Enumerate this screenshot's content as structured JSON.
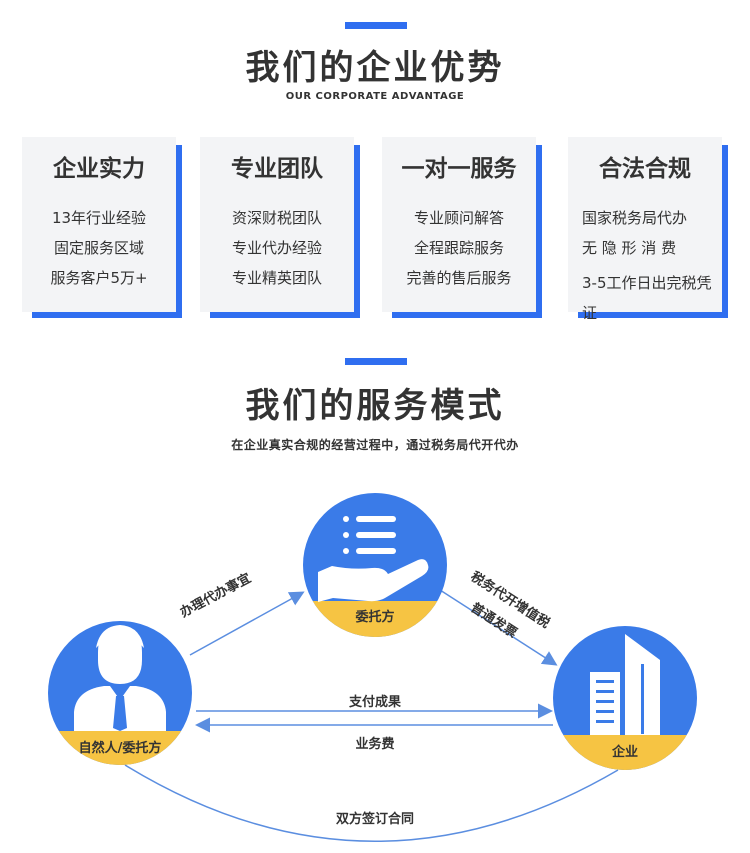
{
  "section1": {
    "title": "我们的企业优势",
    "subtitle": "OUR CORPORATE ADVANTAGE",
    "cards": [
      {
        "title": "企业实力",
        "lines": [
          "13年行业经验",
          "固定服务区域",
          "服务客户5万+"
        ]
      },
      {
        "title": "专业团队",
        "lines": [
          "资深财税团队",
          "专业代办经验",
          "专业精英团队"
        ]
      },
      {
        "title": "一对一服务",
        "lines": [
          "专业顾问解答",
          "全程跟踪服务",
          "完善的售后服务"
        ]
      },
      {
        "title": "合法合规",
        "lines": [
          "国家税务局代办",
          "无 隐 形 消 费",
          "3-5工作日出完税凭证"
        ]
      }
    ]
  },
  "section2": {
    "title": "我们的服务模式",
    "subtitle": "在企业真实合规的经营过程中，通过税务局代开代办"
  },
  "diagram": {
    "nodes": {
      "client": "自然人/委托方",
      "agent": "委托方",
      "company": "企业"
    },
    "edges": {
      "client_to_agent": "办理代办事宜",
      "agent_to_company_1": "税务代开增值税",
      "agent_to_company_2": "普通发票",
      "pay_result": "支付成果",
      "service_fee": "业务费",
      "contract": "双方签订合同"
    }
  },
  "colors": {
    "accent": "#2f6ef0",
    "circle": "#3a7be8",
    "badge": "#f6c443",
    "arrow": "#5b8ee0"
  }
}
